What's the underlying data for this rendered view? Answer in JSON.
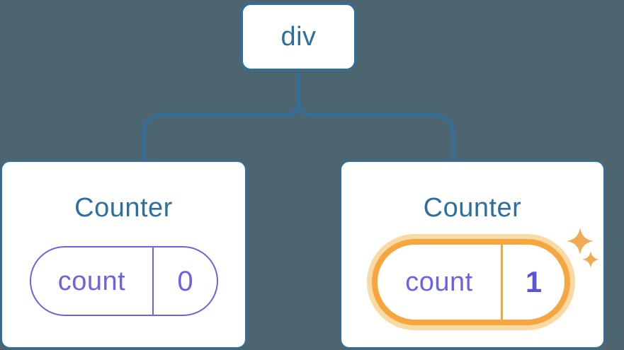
{
  "colors": {
    "background": "#4c6571",
    "card_bg": "#ffffff",
    "line_blue": "#2f6f9e",
    "node_text_blue": "#2e6f9e",
    "pill_purple": "#6b64e0",
    "value_purple_bold": "#5a55d2",
    "highlight_orange": "#f6a63f",
    "highlight_glow": "#fbd9a4",
    "sparkle_orange": "#f2ab52"
  },
  "diagram": {
    "root": {
      "label": "div"
    },
    "children": [
      {
        "title": "Counter",
        "prop": {
          "name": "count",
          "value": "0"
        },
        "highlighted": false
      },
      {
        "title": "Counter",
        "prop": {
          "name": "count",
          "value": "1"
        },
        "highlighted": true
      }
    ]
  }
}
